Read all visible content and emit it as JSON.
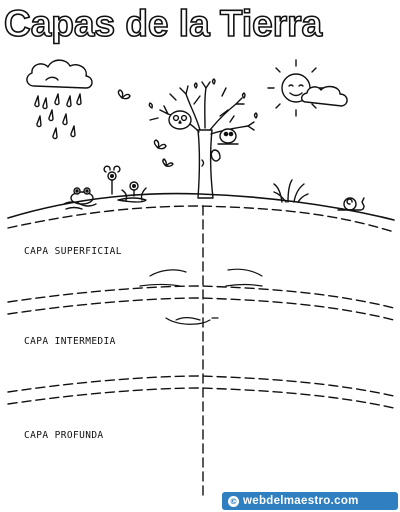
{
  "title": "Capas de la Tierra",
  "layers": [
    {
      "label": "CAPA SUPERFICIAL"
    },
    {
      "label": "CAPA INTERMEDIA"
    },
    {
      "label": "CAPA PROFUNDA"
    }
  ],
  "footer": {
    "copyright_symbol": "©",
    "site": "webdelmaestro.com",
    "color": "#2f7fc1"
  },
  "illustration": {
    "icons": [
      "cloud-rain-icon",
      "sun-icon",
      "tree-icon",
      "owl-icon",
      "bird-icon",
      "butterfly-icon",
      "frog-icon",
      "flower-icon",
      "grass-icon",
      "snail-icon",
      "face-icon"
    ]
  }
}
